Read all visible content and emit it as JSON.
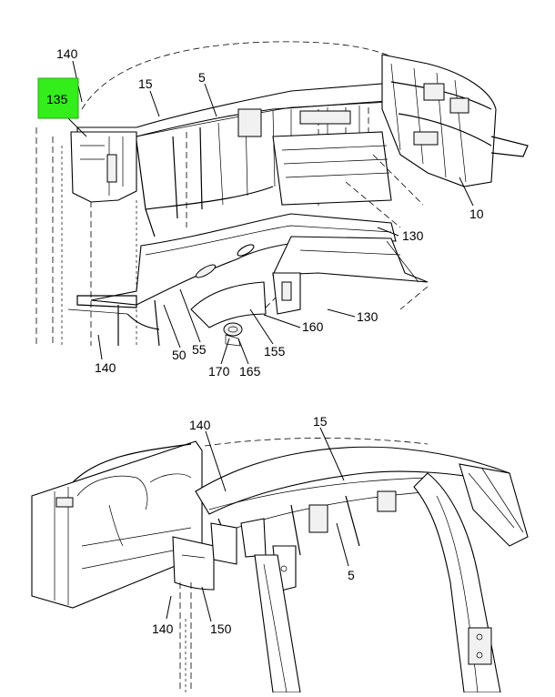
{
  "colors": {
    "highlight": "#33ee1a",
    "line": "#000000",
    "background": "#ffffff"
  },
  "top_view": {
    "callouts": {
      "c140_top": "140",
      "c135": "135",
      "c15": "15",
      "c5": "5",
      "c10": "10",
      "c130_a": "130",
      "c130_b": "130",
      "c160": "160",
      "c155": "155",
      "c165": "165",
      "c170": "170",
      "c55": "55",
      "c50": "50",
      "c140_bottom": "140"
    }
  },
  "bottom_view": {
    "callouts": {
      "c140_top": "140",
      "c15": "15",
      "c5": "5",
      "c140_bottom": "140",
      "c150": "150"
    }
  }
}
